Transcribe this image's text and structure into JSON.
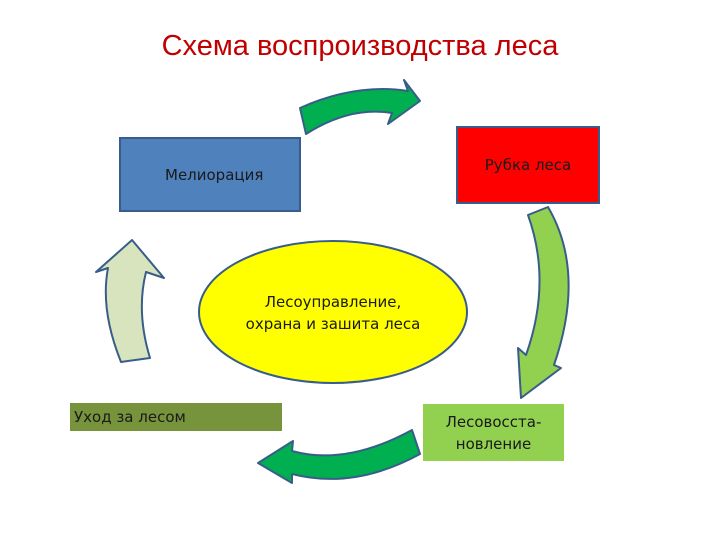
{
  "title": "Схема воспроизводства леса",
  "nodes": {
    "melioration": "Мелиорация",
    "felling": "Рубка леса",
    "regeneration_line1": "Лесовосста-",
    "regeneration_line2": "новление",
    "care": "Уход за лесом"
  },
  "center": {
    "line1": "Лесоуправление,",
    "line2": "охрана и зашита леса"
  },
  "colors": {
    "title": "#c00000",
    "melioration": "#4f81bd",
    "felling": "#ff0000",
    "regeneration": "#92d050",
    "care": "#77933c",
    "center_fill": "#ffff00",
    "center_border": "#385d8a",
    "arrow_dark_green": "#00b050",
    "arrow_light_green": "#92d050",
    "arrow_pale_green": "#d7e4bd"
  },
  "arrows": [
    "curved-arrow-top-right",
    "curved-arrow-right-down",
    "curved-arrow-bottom-left",
    "curved-arrow-left-up"
  ]
}
